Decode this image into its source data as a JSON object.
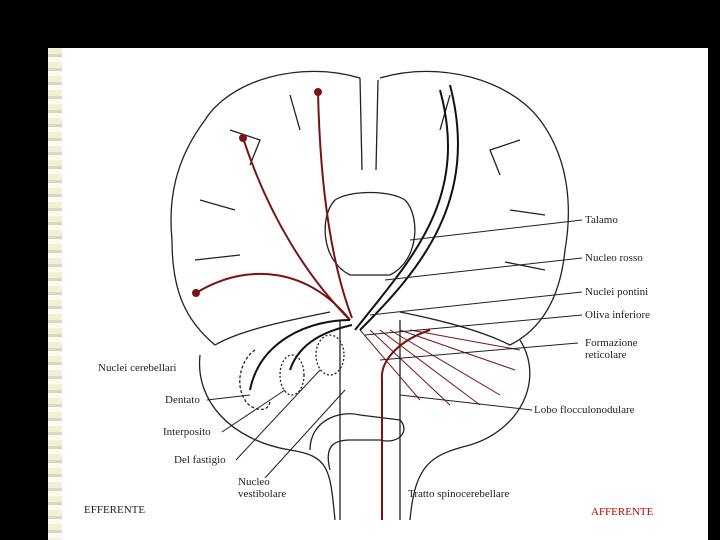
{
  "labels_right": {
    "talamo": "Talamo",
    "nucleo_rosso": "Nucleo rosso",
    "nuclei_pontini": "Nuclei pontini",
    "oliva_inferiore": "Oliva inferiore",
    "formazione": "Formazione",
    "reticolare": "reticolare",
    "lobo": "Lobo flocculonodulare",
    "tratto": "Tratto spinocerebellare"
  },
  "labels_left": {
    "nuclei_cerebellari": "Nuclei cerebellari",
    "dentato": "Dentato",
    "interposito": "Interposito",
    "fastigio": "Del fastigio",
    "nucleo": "Nucleo",
    "vestibolare": "vestibolare"
  },
  "corners": {
    "efferente": "EFFERENTE",
    "afferente": "AFFERENTE"
  },
  "colors": {
    "efferent_path": "#7a1414",
    "afferent_label": "#c00000",
    "background": "#000000"
  }
}
